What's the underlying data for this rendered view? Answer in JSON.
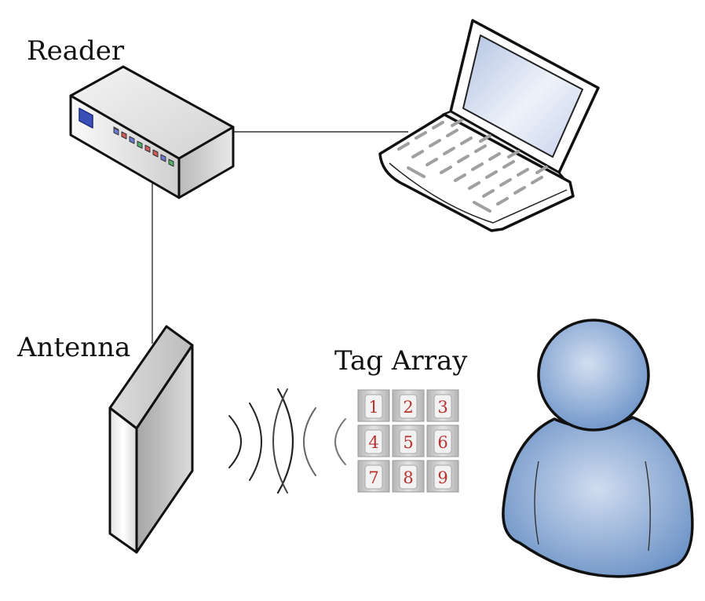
{
  "labels": {
    "reader": "Reader",
    "antenna": "Antenna",
    "tag_array": "Tag Array"
  },
  "tags": [
    "1",
    "2",
    "3",
    "4",
    "5",
    "6",
    "7",
    "8",
    "9"
  ],
  "colors": {
    "connection_line": "#333333",
    "device_body": "#e6e6e6",
    "laptop_screen": "#cfd8ec",
    "person_fill": "#6f95c6",
    "tag_fill": "#c9c9c9",
    "tag_number": "#b8322e",
    "wave": "#222222"
  },
  "icons": [
    "reader-device-icon",
    "laptop-icon",
    "antenna-panel-icon",
    "radio-wave-icon",
    "rfid-tag-icon",
    "person-icon"
  ]
}
